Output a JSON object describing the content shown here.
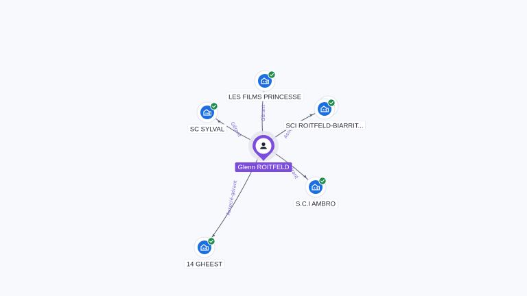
{
  "center": {
    "name": "Glenn ROITFELD",
    "icon": "person-icon",
    "color": "#7c4ddc"
  },
  "companies": [
    {
      "name": "LES FILMS PRINCESSE",
      "relation": "Gérant",
      "icon": "company-building-icon",
      "verified": true
    },
    {
      "name": "SC SYLVAL",
      "relation": "Gérant",
      "icon": "company-building-icon",
      "verified": true
    },
    {
      "name": "SCI ROITFELD-BIARRIT...",
      "relation": "Associé",
      "icon": "company-building-icon",
      "verified": true,
      "stacked": true
    },
    {
      "name": "S.C.I AMBRO",
      "relation": "Gérant",
      "icon": "company-building-icon",
      "verified": true
    },
    {
      "name": "14 GHEEST",
      "relation": "Associé-gérant",
      "icon": "company-building-icon",
      "verified": true
    }
  ],
  "colors": {
    "company_icon": "#1c6fe0",
    "verified_badge": "#1b8a4a",
    "edge_label": "#7b6fd6"
  }
}
